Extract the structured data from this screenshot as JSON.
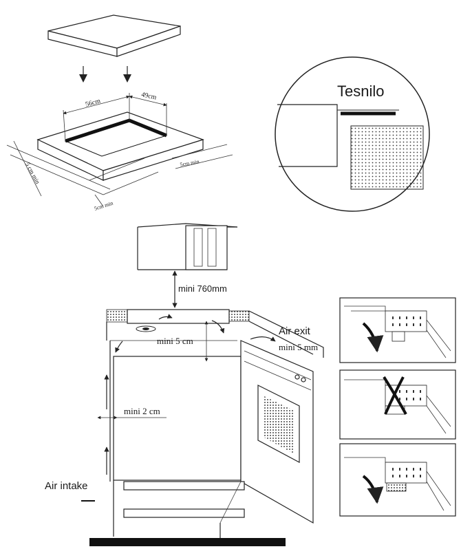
{
  "labels": {
    "width_cutout": "56cm",
    "depth_cutout": "49cm",
    "margin_left": "5 cm min",
    "margin_front": "5cm min",
    "margin_right": "5cm min",
    "seal": "Tesnilo",
    "mini_760": "mini 760mm",
    "air_exit": "Air exit",
    "mini_5cm": "mini 5 cm",
    "mini_5mm": "mini 5 mm",
    "mini_2cm": "mini 2 cm",
    "air_intake": "Air intake"
  },
  "colors": {
    "line": "#222222",
    "background": "#ffffff"
  },
  "icons": [
    "down-arrow-icon",
    "airflow-arrow-icon",
    "cross-mark-icon"
  ]
}
